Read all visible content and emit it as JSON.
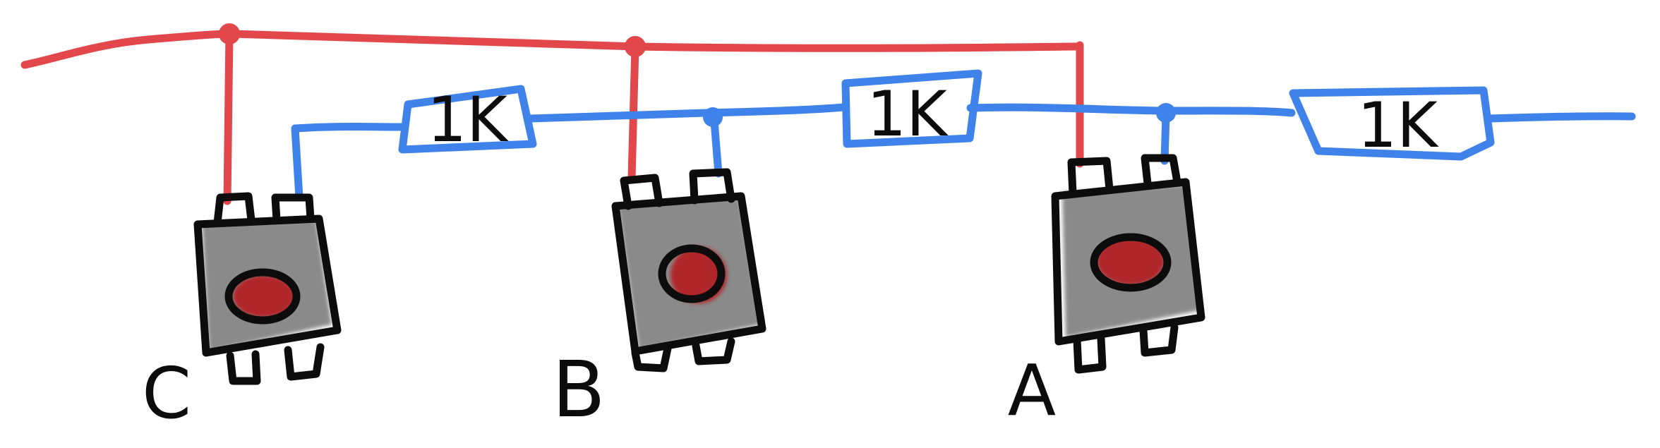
{
  "diagram": {
    "resistors": [
      {
        "label": "1K"
      },
      {
        "label": "1K"
      },
      {
        "label": "1K"
      }
    ],
    "buttons": [
      {
        "label": "C"
      },
      {
        "label": "B"
      },
      {
        "label": "A"
      }
    ],
    "colors": {
      "power_wire": "#e2474c",
      "signal_wire": "#3f82ea",
      "ink": "#0c0c0c",
      "button_body": "#8a8a8a",
      "button_cap": "#b0262b"
    }
  }
}
